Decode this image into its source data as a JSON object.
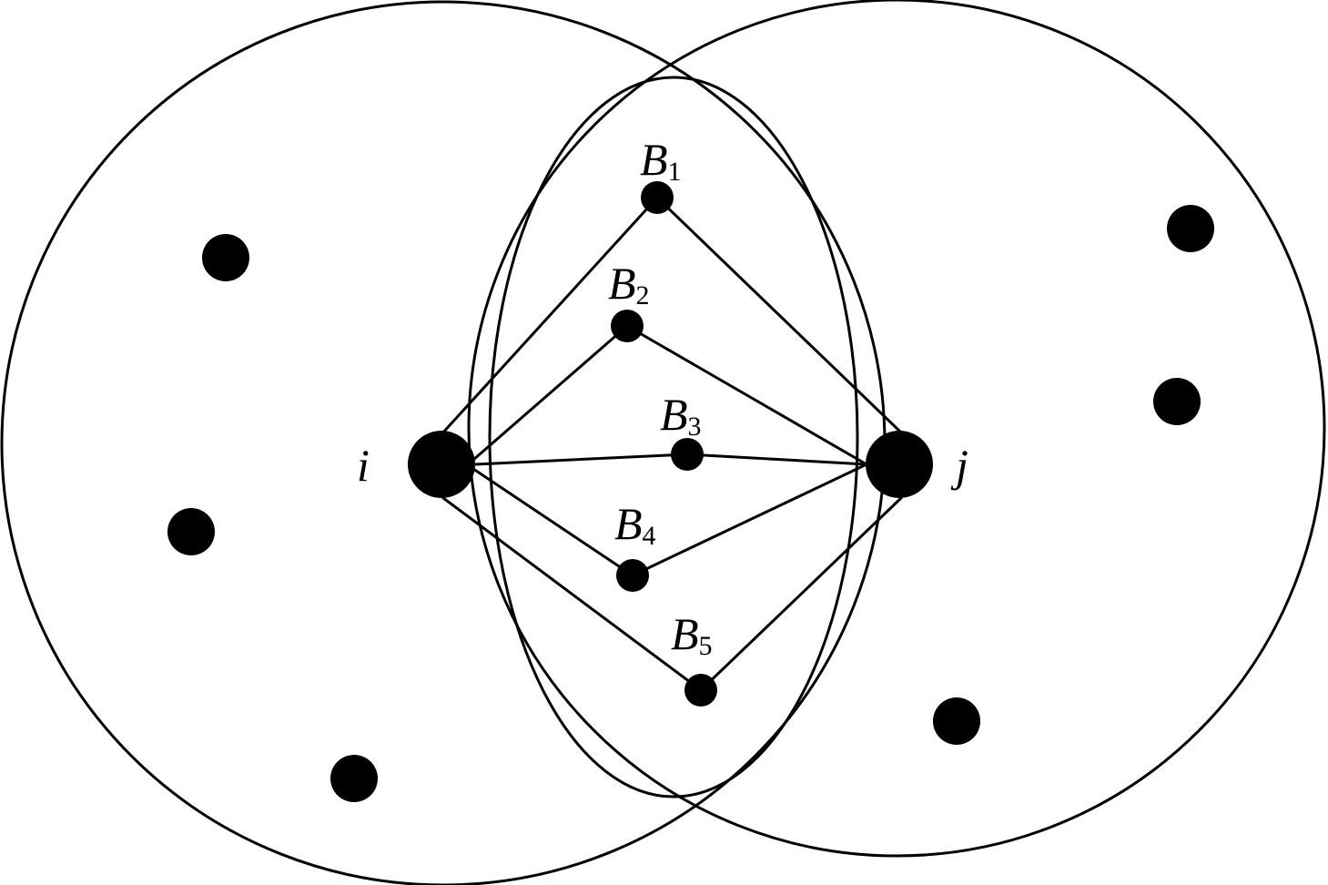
{
  "labels": {
    "node_i": "i",
    "node_j": "j",
    "relays": [
      {
        "letter": "B",
        "index": "1"
      },
      {
        "letter": "B",
        "index": "2"
      },
      {
        "letter": "B",
        "index": "3"
      },
      {
        "letter": "B",
        "index": "4"
      },
      {
        "letter": "B",
        "index": "5"
      }
    ]
  },
  "colors": {
    "stroke": "#000000",
    "background": "#ffffff"
  }
}
